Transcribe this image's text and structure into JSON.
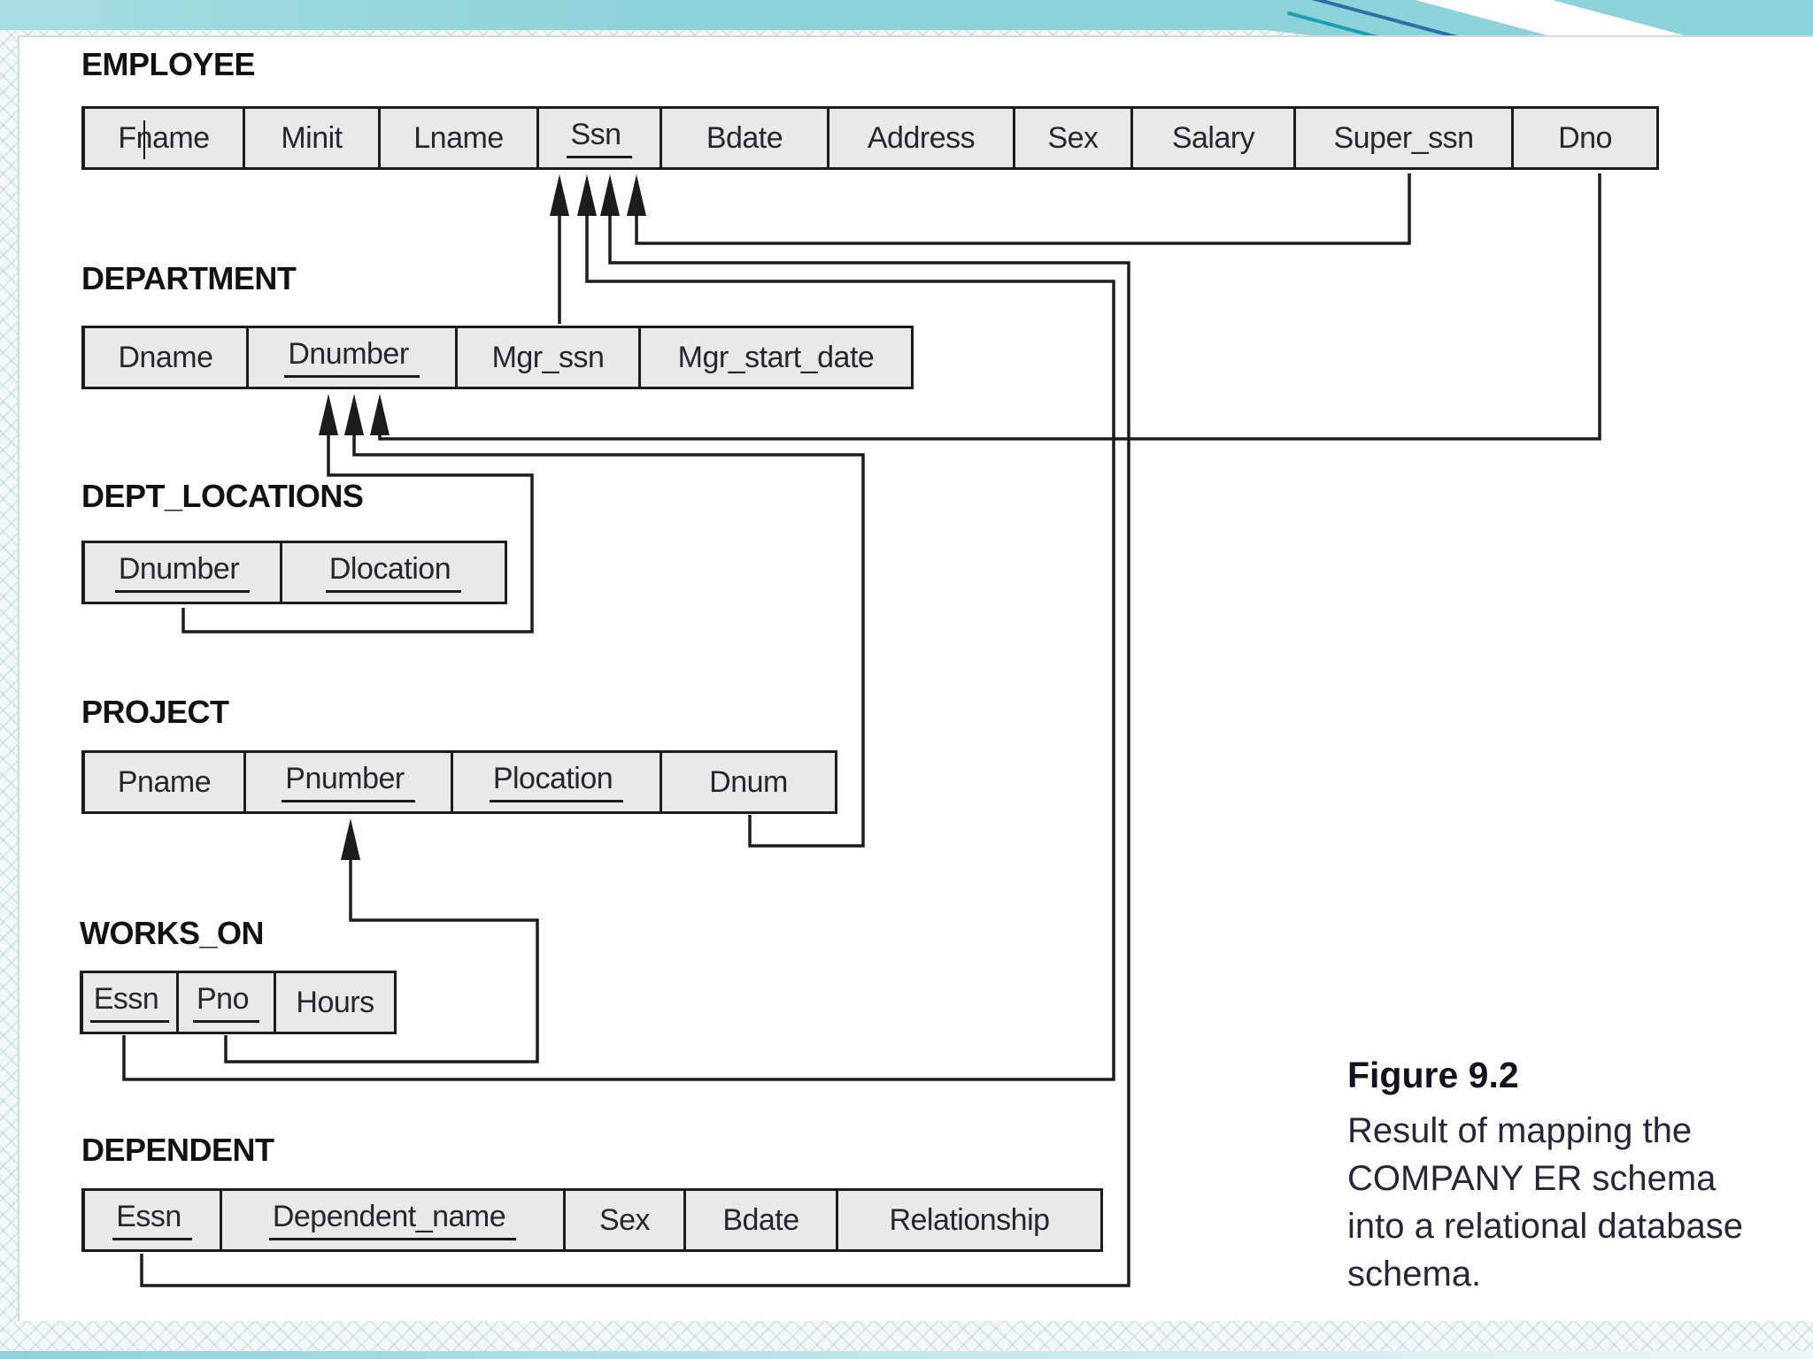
{
  "figure": {
    "caption_title": "Figure 9.2",
    "caption_lines": [
      "Result of mapping the",
      "COMPANY ER schema",
      "into a relational database",
      "schema."
    ]
  },
  "tables": [
    {
      "name": "EMPLOYEE",
      "columns": [
        {
          "label": "Fname",
          "pk": false
        },
        {
          "label": "Minit",
          "pk": false
        },
        {
          "label": "Lname",
          "pk": false
        },
        {
          "label": "Ssn",
          "pk": true
        },
        {
          "label": "Bdate",
          "pk": false
        },
        {
          "label": "Address",
          "pk": false
        },
        {
          "label": "Sex",
          "pk": false
        },
        {
          "label": "Salary",
          "pk": false
        },
        {
          "label": "Super_ssn",
          "pk": false
        },
        {
          "label": "Dno",
          "pk": false
        }
      ]
    },
    {
      "name": "DEPARTMENT",
      "columns": [
        {
          "label": "Dname",
          "pk": false
        },
        {
          "label": "Dnumber",
          "pk": true
        },
        {
          "label": "Mgr_ssn",
          "pk": false
        },
        {
          "label": "Mgr_start_date",
          "pk": false
        }
      ]
    },
    {
      "name": "DEPT_LOCATIONS",
      "columns": [
        {
          "label": "Dnumber",
          "pk": true
        },
        {
          "label": "Dlocation",
          "pk": true
        }
      ]
    },
    {
      "name": "PROJECT",
      "columns": [
        {
          "label": "Pname",
          "pk": false
        },
        {
          "label": "Pnumber",
          "pk": true
        },
        {
          "label": "Plocation",
          "pk": true
        },
        {
          "label": "Dnum",
          "pk": false
        }
      ]
    },
    {
      "name": "WORKS_ON",
      "columns": [
        {
          "label": "Essn",
          "pk": true
        },
        {
          "label": "Pno",
          "pk": true
        },
        {
          "label": "Hours",
          "pk": false
        }
      ]
    },
    {
      "name": "DEPENDENT",
      "columns": [
        {
          "label": "Essn",
          "pk": true
        },
        {
          "label": "Dependent_name",
          "pk": true
        },
        {
          "label": "Sex",
          "pk": false
        },
        {
          "label": "Bdate",
          "pk": false
        },
        {
          "label": "Relationship",
          "pk": false
        }
      ]
    }
  ],
  "relationships": [
    {
      "from": "DEPARTMENT.Mgr_ssn",
      "to": "EMPLOYEE.Ssn"
    },
    {
      "from": "EMPLOYEE.Super_ssn",
      "to": "EMPLOYEE.Ssn"
    },
    {
      "from": "WORKS_ON.Essn",
      "to": "EMPLOYEE.Ssn"
    },
    {
      "from": "DEPENDENT.Essn",
      "to": "EMPLOYEE.Ssn"
    },
    {
      "from": "DEPT_LOCATIONS.Dnumber",
      "to": "DEPARTMENT.Dnumber"
    },
    {
      "from": "PROJECT.Dnum",
      "to": "DEPARTMENT.Dnumber"
    },
    {
      "from": "EMPLOYEE.Dno",
      "to": "DEPARTMENT.Dnumber"
    },
    {
      "from": "WORKS_ON.Pno",
      "to": "PROJECT.Pnumber"
    }
  ],
  "colors": {
    "band_teal": "#8ed2d9",
    "swoosh_navy": "#2f6fa8",
    "swoosh_teal": "#18a0b5",
    "table_fill": "#e9e9e9",
    "ink": "#1c1c1c"
  }
}
